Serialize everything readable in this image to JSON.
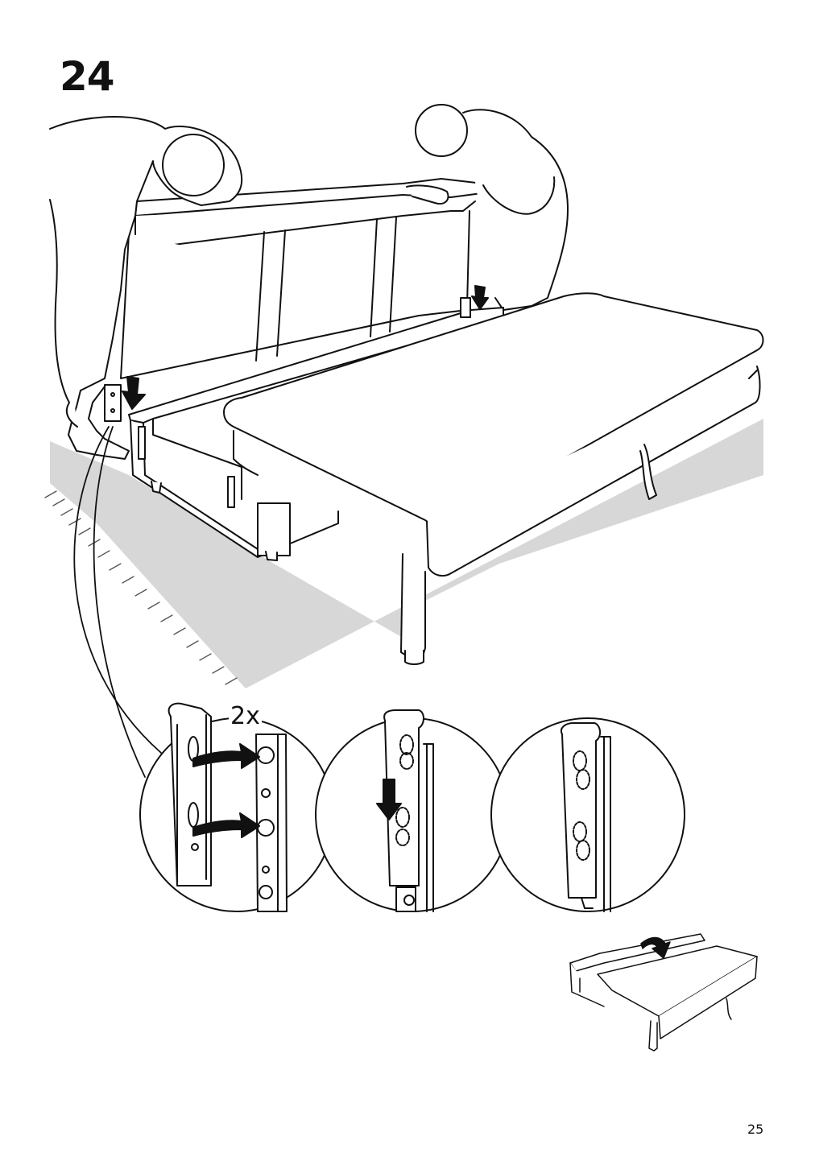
{
  "step": {
    "number": "24"
  },
  "detail": {
    "quantity": "2x"
  },
  "footer": {
    "page_number": "25"
  }
}
